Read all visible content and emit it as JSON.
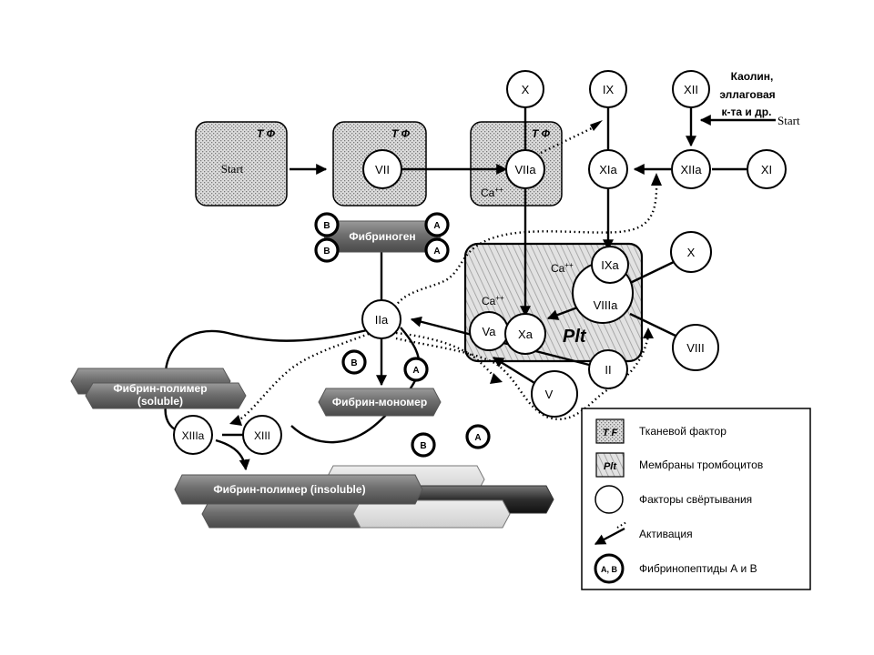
{
  "tf_label": "Т Ф",
  "plt_label": "Plt",
  "start_label": "Start",
  "ca_label": "Ca",
  "ca_sup": "++",
  "inducer": [
    "Каолин,",
    "эллаговая",
    "к-та и др."
  ],
  "nodes": {
    "X_top": "X",
    "IX": "IX",
    "XII": "XII",
    "VII": "VII",
    "VIIa": "VIIa",
    "XIa": "XIa",
    "XIIa": "XIIa",
    "XI": "XI",
    "IXa": "IXa",
    "VIIIa": "VIIIa",
    "X_right": "X",
    "VIII": "VIII",
    "Va": "Va",
    "Xa": "Xa",
    "II": "II",
    "V": "V",
    "IIa": "IIa",
    "XIIIa": "XIIIa",
    "XIII": "XIII"
  },
  "peptides": {
    "A": "A",
    "B": "B"
  },
  "bars": {
    "fibrinogen": "Фибриноген",
    "monomer": "Фибрин-мономер",
    "polymer_soluble_1": "Фибрин-полимер",
    "polymer_soluble_2": "(soluble)",
    "polymer_insoluble": "Фибрин-полимер (insoluble)"
  },
  "legend": {
    "tf_text": "Тканевой фактор",
    "tf_symbol": "T F",
    "plt_text": "Мембраны тромбоцитов",
    "plt_symbol": "Plt",
    "factor_text": "Факторы свёртывания",
    "activation_text": "Активация",
    "peptide_text": "Фибринопептиды А и В",
    "peptide_symbol": "A, B"
  },
  "colors": {
    "stipple": "#c8c8c8",
    "dark_bar": "#7a7a7a",
    "light_bar": "#d8d8d8",
    "black_bar": "#3a3a3a"
  }
}
